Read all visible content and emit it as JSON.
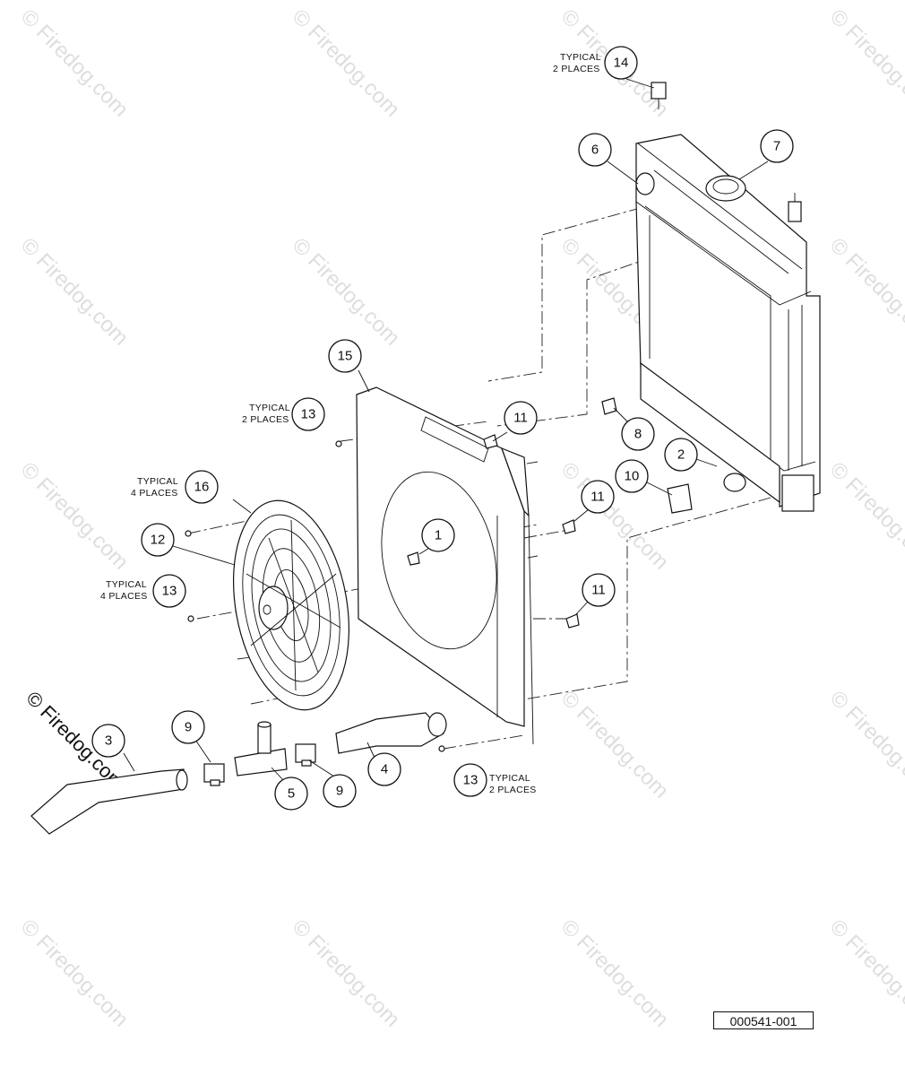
{
  "watermark": {
    "text": "© Firedog.com",
    "large_text": "© Firedog.com"
  },
  "doc_id": "000541-001",
  "callouts": [
    {
      "id": "c14",
      "num": "14",
      "note": [
        "TYPICAL",
        "2 PLACES"
      ]
    },
    {
      "id": "c6",
      "num": "6"
    },
    {
      "id": "c7",
      "num": "7"
    },
    {
      "id": "c15",
      "num": "15"
    },
    {
      "id": "c13a",
      "num": "13",
      "note": [
        "TYPICAL",
        "2 PLACES"
      ]
    },
    {
      "id": "c11a",
      "num": "11"
    },
    {
      "id": "c8",
      "num": "8"
    },
    {
      "id": "c2",
      "num": "2"
    },
    {
      "id": "c10",
      "num": "10"
    },
    {
      "id": "c16",
      "num": "16",
      "note": [
        "TYPICAL",
        "4 PLACES"
      ]
    },
    {
      "id": "c11b",
      "num": "11"
    },
    {
      "id": "c12",
      "num": "12"
    },
    {
      "id": "c1",
      "num": "1"
    },
    {
      "id": "c13b",
      "num": "13",
      "note": [
        "TYPICAL",
        "4 PLACES"
      ]
    },
    {
      "id": "c11c",
      "num": "11"
    },
    {
      "id": "c3",
      "num": "3"
    },
    {
      "id": "c9a",
      "num": "9"
    },
    {
      "id": "c4",
      "num": "4"
    },
    {
      "id": "c5",
      "num": "5"
    },
    {
      "id": "c9b",
      "num": "9"
    },
    {
      "id": "c13c",
      "num": "13",
      "note": [
        "TYPICAL",
        "2 PLACES"
      ]
    }
  ]
}
